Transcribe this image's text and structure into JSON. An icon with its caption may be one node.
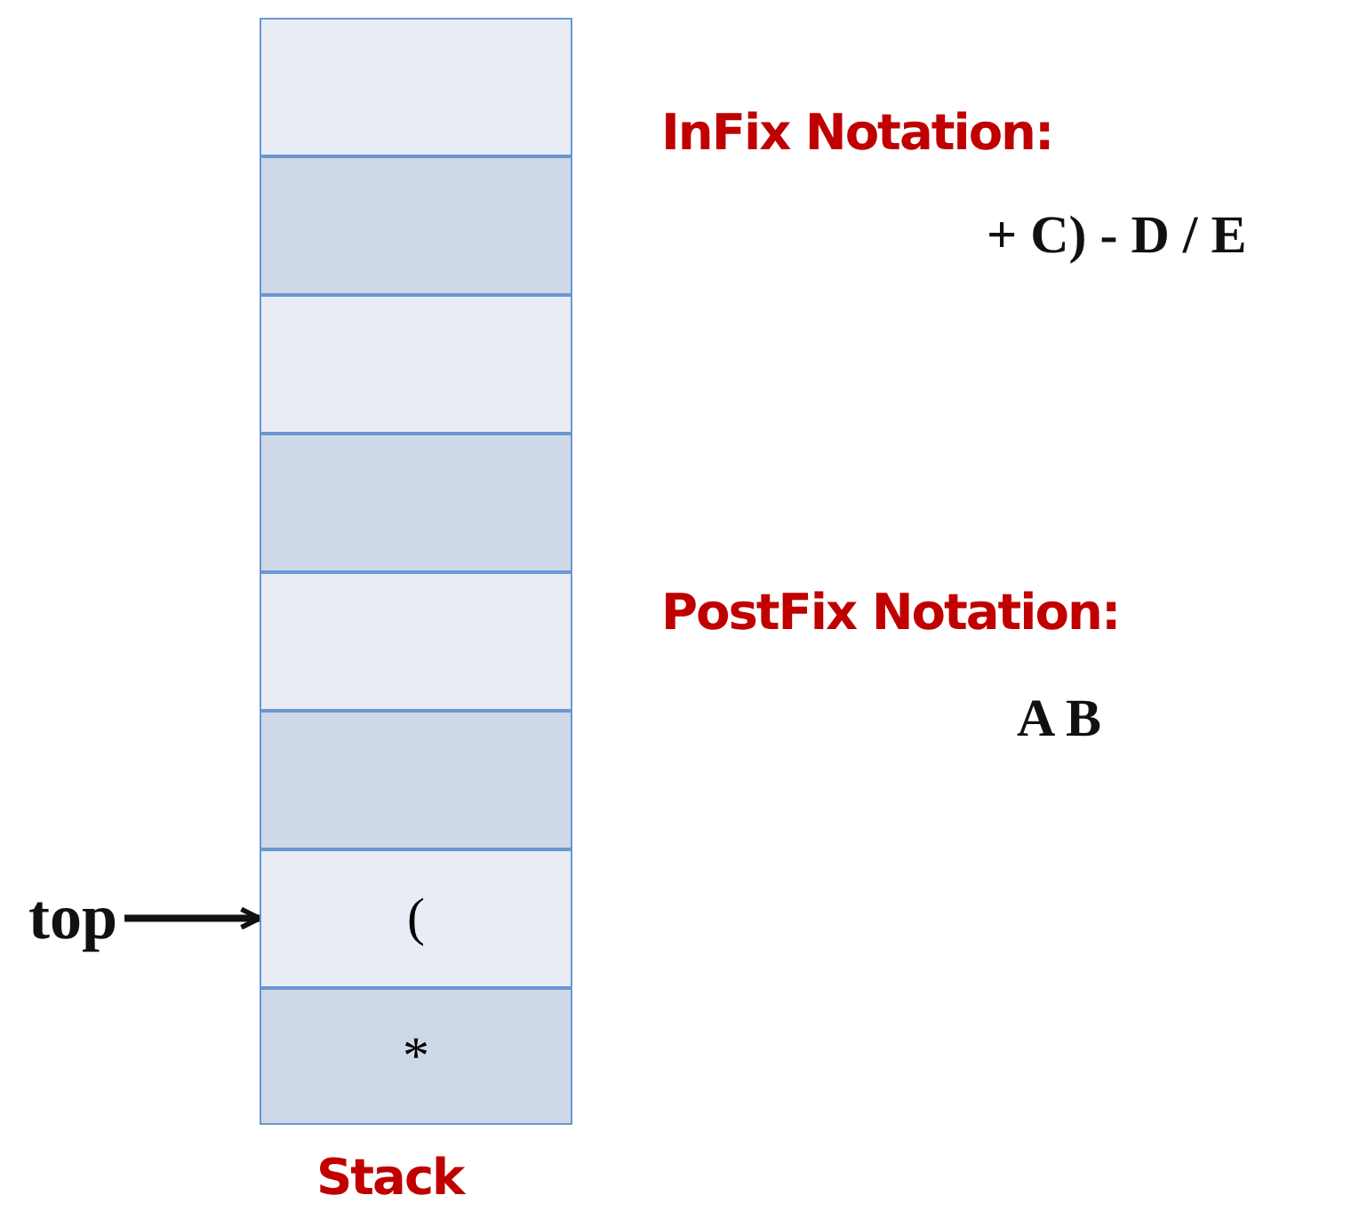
{
  "diagram": {
    "nodes": [
      {
        "text": [],
        "shape": "box"
      },
      {
        "text": [],
        "shape": "box"
      },
      {
        "text": [],
        "shape": "box"
      },
      {
        "text": [],
        "shape": "box"
      },
      {
        "text": [],
        "shape": "box"
      },
      {
        "text": [],
        "shape": "box"
      },
      {
        "text": [
          "("
        ]
      },
      {
        "text": [
          "*"
        ]
      },
      {
        "text": [
          "top"
        ]
      }
    ],
    "edges": [
      {
        "from": 8,
        "to": 6,
        "arrow": "to"
      }
    ],
    "labels": [
      "InFix Notation:",
      "+ C) - D / E",
      "PostFix Notation:",
      "A B",
      "Stack"
    ]
  }
}
